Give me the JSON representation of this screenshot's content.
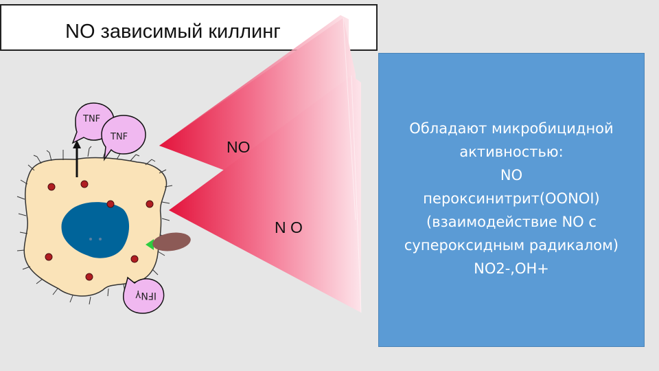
{
  "title": "NO зависимый киллинг",
  "labels": {
    "tnf_1": "TNF",
    "tnf_2": "TNF",
    "ifny": "IFNγ",
    "no_1": "NO",
    "no_2": "N O"
  },
  "info_panel": {
    "lines": [
      "Обладают микробицидной",
      "активностью:",
      "NO",
      "пероксинитрит(OONOI)",
      "(взаимодействие NO с",
      "супероксидным радикалом)",
      "NO2-,OH+"
    ]
  },
  "colors": {
    "background": "#e6e6e6",
    "panel": "#5b9bd5",
    "cell": "#fae3b8",
    "nucleus": "#00649a",
    "granule": "#b01e22",
    "cone_tip": "#e3143c",
    "bubble": "#f0b8f0",
    "bacterium": "#8c5a56"
  }
}
